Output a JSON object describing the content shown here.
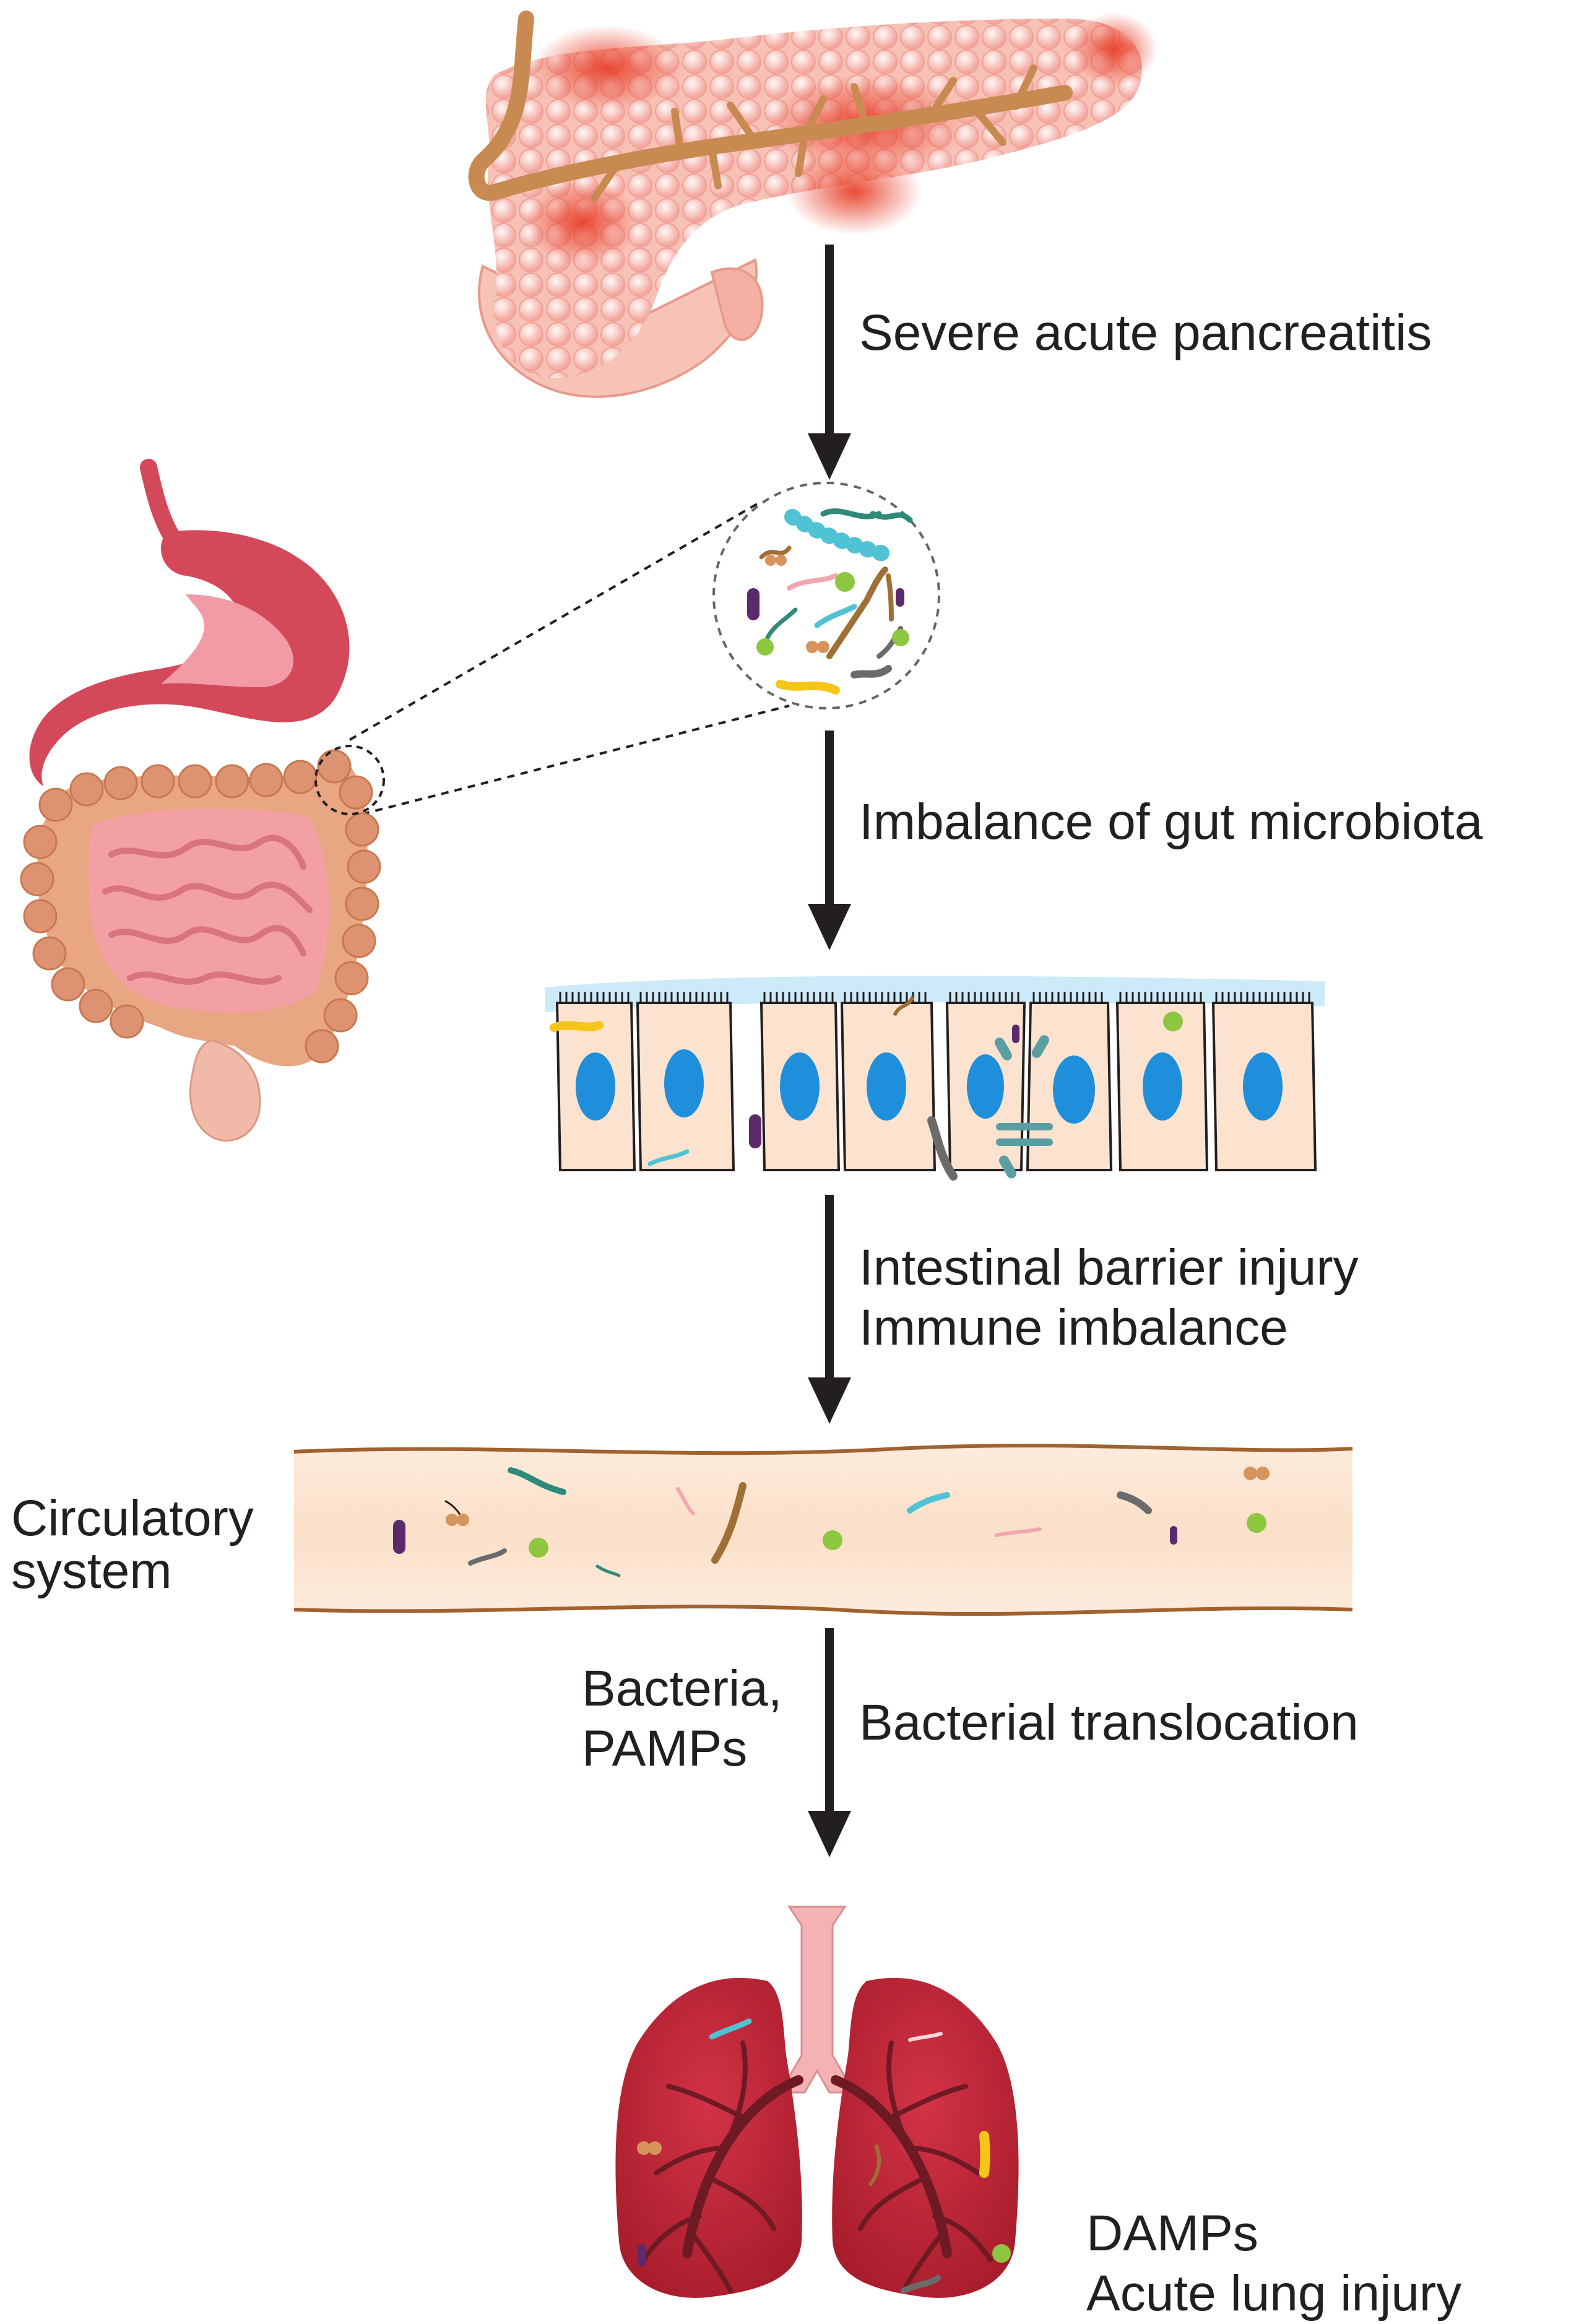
{
  "flow": {
    "step1": "Severe acute pancreatitis",
    "step2": "Imbalance of gut microbiota",
    "step3_line1": "Intestinal barrier injury",
    "step3_line2": "Immune imbalance",
    "step4_main": "Bacterial translocation",
    "step4_side_line1": "Bacteria,",
    "step4_side_line2": "PAMPs",
    "step5_line1": "DAMPs",
    "step5_line2": "Acute lung injury"
  },
  "vessel_label": {
    "line1": "Circulatory",
    "line2": "system"
  },
  "colors": {
    "arrow": "#231f20",
    "text": "#231f20",
    "pancreas": "#f6b7ae",
    "inflammation": "#e8412b",
    "duct": "#c98a52",
    "stomach": "#d4495a",
    "colon": "#e8a683",
    "small_intestine": "#f2a0a4",
    "mucus": "#cdeaf8",
    "cell": "#fbe3cf",
    "nucleus": "#1f8fdc",
    "vessel": "#fbe2cf",
    "vessel_wall": "#a0622f",
    "lung": "#d8303e",
    "lung_vessel": "#6e1a24",
    "trachea": "#f3b3b4"
  }
}
